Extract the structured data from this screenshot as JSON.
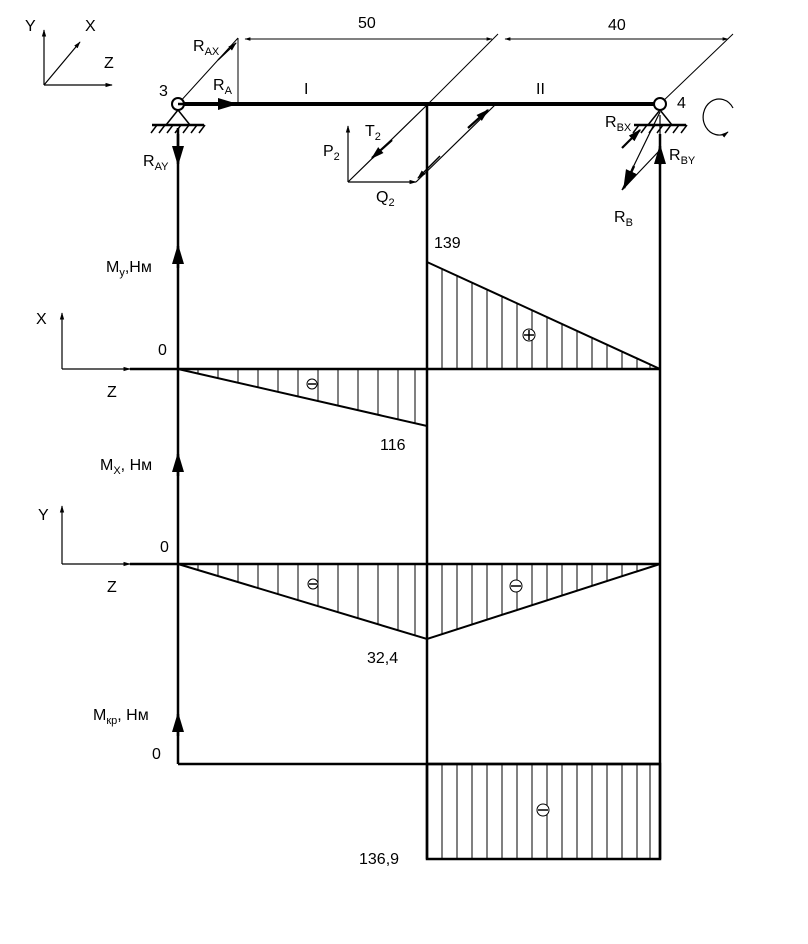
{
  "beam": {
    "dim_left": "50",
    "dim_right": "40",
    "support_left": "3",
    "support_right": "4",
    "section_1": "I",
    "section_2": "II"
  },
  "axes_top": {
    "y": "Y",
    "x": "X",
    "z": "Z"
  },
  "forces": {
    "r_ax": {
      "main": "R",
      "sub": "AX"
    },
    "r_a": {
      "main": "R",
      "sub": "A"
    },
    "r_ay": {
      "main": "R",
      "sub": "AY"
    },
    "t2": {
      "main": "T",
      "sub": "2"
    },
    "p2": {
      "main": "P",
      "sub": "2"
    },
    "q2": {
      "main": "Q",
      "sub": "2"
    },
    "r_bx": {
      "main": "R",
      "sub": "BX"
    },
    "r_by": {
      "main": "R",
      "sub": "BY"
    },
    "r_b": {
      "main": "R",
      "sub": "B"
    }
  },
  "diagrams": {
    "my": {
      "label_main": "M",
      "label_sub": "y",
      "label_unit": ",Нм",
      "zero": "0",
      "axis_v": "X",
      "axis_h": "Z",
      "value": "139"
    },
    "mx": {
      "label_main": "M",
      "label_sub": "X",
      "label_unit": ", Нм",
      "zero": "0",
      "axis_v": "Y",
      "axis_h": "Z",
      "value": "116"
    },
    "mxz": {
      "value": "32,4"
    },
    "mkr": {
      "label_main": "M",
      "label_sub": "кр",
      "label_unit": ", Нм",
      "zero": "0",
      "value": "136,9"
    }
  }
}
